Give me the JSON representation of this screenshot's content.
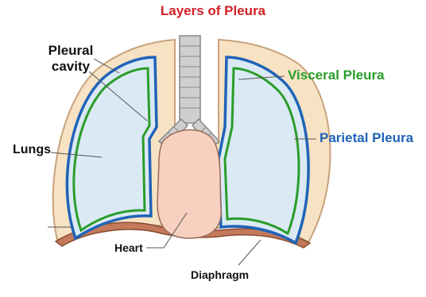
{
  "title": "Layers of Pleura",
  "labels": {
    "pleural_cavity": "Pleural cavity",
    "visceral_pleura": "Visceral Pleura",
    "parietal_pleura": "Parietal Pleura",
    "lungs": "Lungs",
    "heart": "Heart",
    "diaphragm": "Diaphragm"
  },
  "colors": {
    "title": "#d21f26",
    "visceral": "#2a9d2a",
    "parietal": "#1f63b8",
    "chest_wall": "#f7e3c4",
    "lung_fill": "#dbe9f4",
    "heart_fill": "#f7d0c0",
    "trachea": "#cfcfcf",
    "diaphragm": "#c47a5a"
  }
}
